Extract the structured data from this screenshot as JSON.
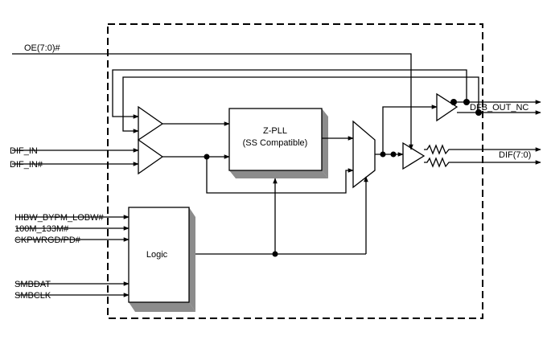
{
  "signals": {
    "oe": "OE(7:0)#",
    "dif_in": "DIF_IN",
    "dif_in_n": "DIF_IN#",
    "hibw": "HIBW_BYPM_LOBW#",
    "sel100": "100M_133M#",
    "ckpwrgd": "CKPWRGD/PD#",
    "smbdat": "SMBDAT",
    "smbclk": "SMBCLK",
    "dfb_out": "DFB_OUT_NC",
    "dif_out": "DIF(7:0)"
  },
  "blocks": {
    "pll_title": "Z-PLL",
    "pll_subtitle": "(SS Compatible)",
    "logic": "Logic"
  },
  "colors": {
    "line": "#000000",
    "block_shadow": "#8c8c8c"
  }
}
